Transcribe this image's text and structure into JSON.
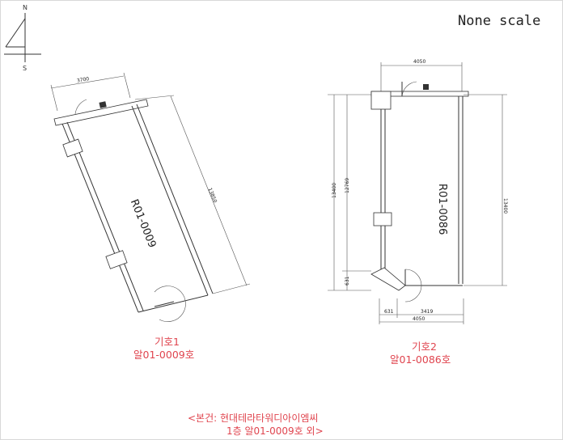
{
  "scale_note": "None scale",
  "compass": {
    "north": "N",
    "south": "S"
  },
  "plan1": {
    "room_id": "R01-0009",
    "dims": {
      "top": "3700",
      "length": "13850"
    },
    "caption_line1": "기호1",
    "caption_line2": "알01-0009호"
  },
  "plan2": {
    "room_id": "R01-0086",
    "dims": {
      "top": "4050",
      "right": "13400",
      "left_outer": "13400",
      "left_inner": "12769",
      "left_small": "631",
      "bottom_seg1": "631",
      "bottom_seg2": "3419",
      "bottom_total": "4050"
    },
    "caption_line1": "기호2",
    "caption_line2": "알01-0086호"
  },
  "footer": {
    "line1": "<본건: 현대테라타워디아이엠씨",
    "line2": "1층 알01-0009호 외>"
  }
}
